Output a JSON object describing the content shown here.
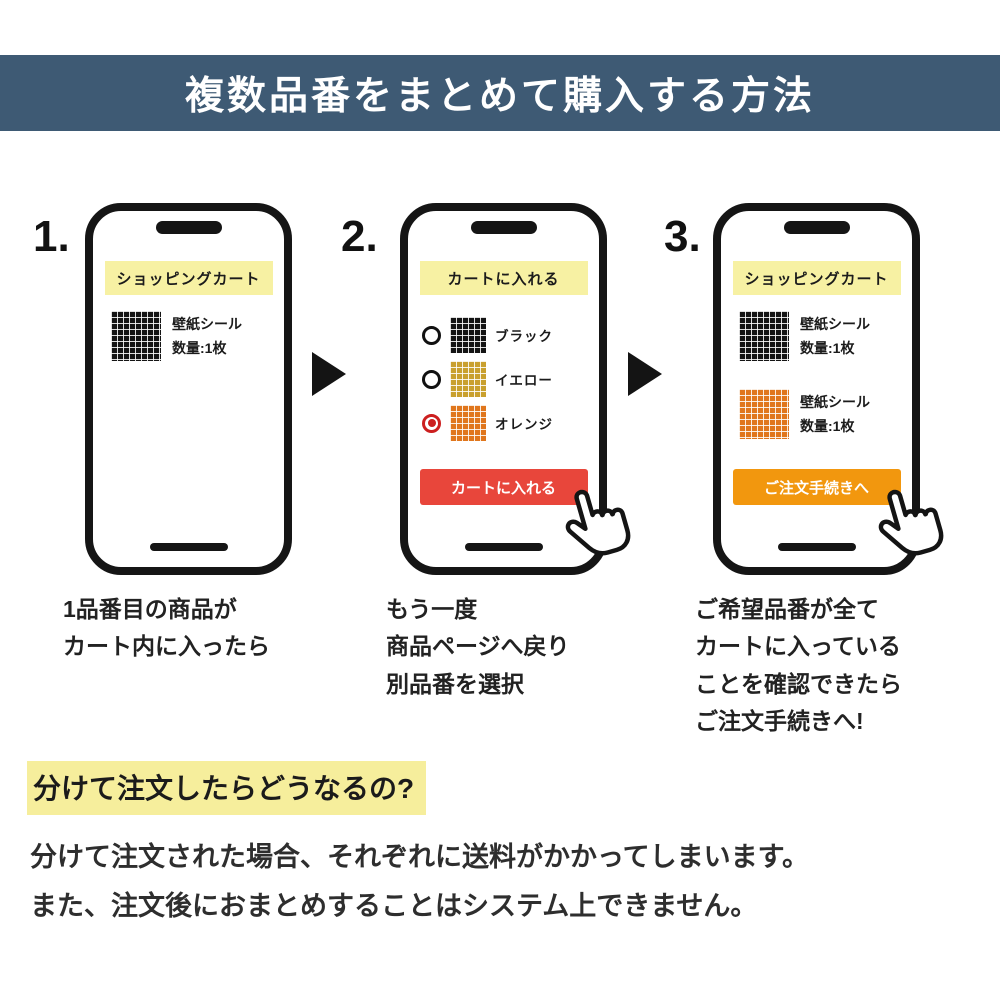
{
  "banner": {
    "title": "複数品番をまとめて購入する方法",
    "bg_color": "#3e5a74",
    "text_color": "#ffffff"
  },
  "phone_header_bg": "#f7f1a3",
  "radio_selected_color": "#cc1f1f",
  "steps": [
    {
      "number": "1.",
      "phone": {
        "header": "ショッピングカート",
        "items": [
          {
            "swatch": "black-grid",
            "text": "壁紙シール\n数量:1枚"
          }
        ]
      },
      "caption": "1品番目の商品が\nカート内に入ったら"
    },
    {
      "number": "2.",
      "phone": {
        "header": "カートに入れる",
        "options": [
          {
            "swatch": "black-grid",
            "label": "ブラック",
            "selected": false
          },
          {
            "swatch": "yellow-grid",
            "label": "イエロー",
            "selected": false
          },
          {
            "swatch": "orange-grid",
            "label": "オレンジ",
            "selected": true
          }
        ],
        "button": {
          "label": "カートに入れる",
          "color": "#e8463b"
        }
      },
      "caption": "もう一度\n商品ページへ戻り\n別品番を選択"
    },
    {
      "number": "3.",
      "phone": {
        "header": "ショッピングカート",
        "items": [
          {
            "swatch": "black-grid",
            "text": "壁紙シール\n数量:1枚"
          },
          {
            "swatch": "orange-grid",
            "text": "壁紙シール\n数量:1枚"
          }
        ],
        "button": {
          "label": "ご注文手続きへ",
          "color": "#f2970e"
        }
      },
      "caption": "ご希望品番が全て\nカートに入っている\nことを確認できたら\nご注文手続きへ!"
    }
  ],
  "faq": {
    "question": "分けて注文したらどうなるの?",
    "highlight_color": "#f6ee9c",
    "answer": "分けて注文された場合、それぞれに送料がかかってしまいます。\nまた、注文後におまとめすることはシステム上できません。"
  }
}
